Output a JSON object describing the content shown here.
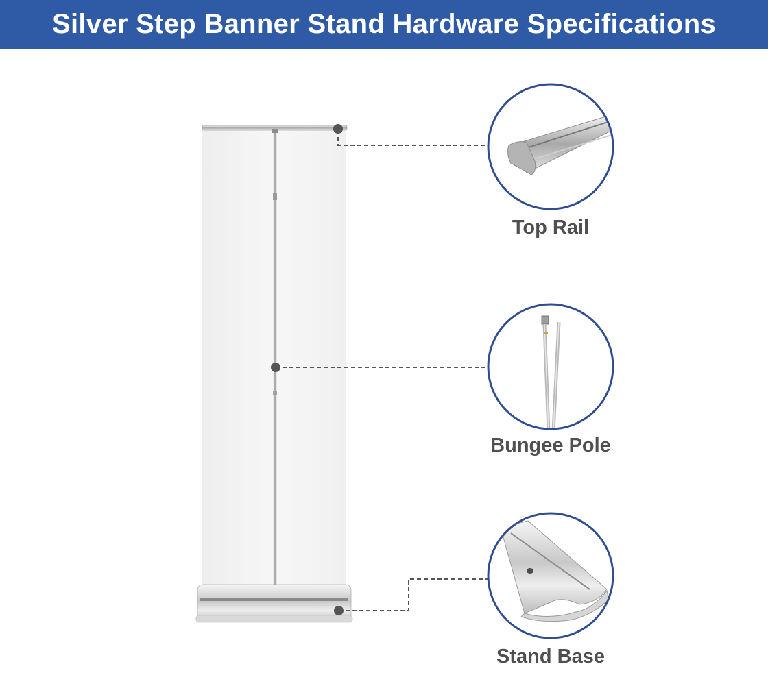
{
  "title": "Silver Step Banner Stand Hardware Specifications",
  "colors": {
    "header_bg": "#2f5aa5",
    "circle_border": "#2f4e8f",
    "label_text": "#4f4f4f",
    "leader_line": "#555555"
  },
  "parts": [
    {
      "label": "Top Rail",
      "icon": "top-rail-closeup-icon"
    },
    {
      "label": "Bungee Pole",
      "icon": "bungee-pole-closeup-icon"
    },
    {
      "label": "Stand Base",
      "icon": "stand-base-closeup-icon"
    }
  ]
}
